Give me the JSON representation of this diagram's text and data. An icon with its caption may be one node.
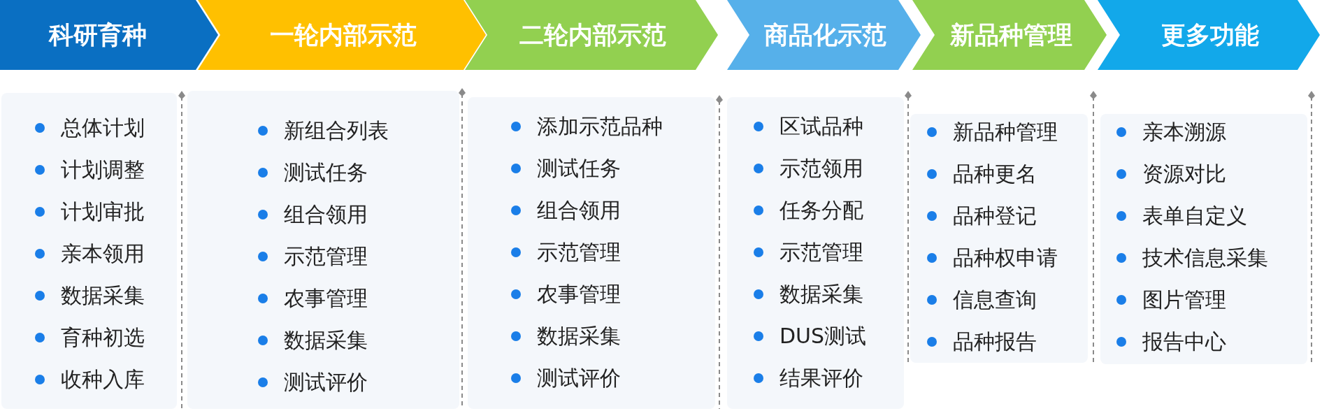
{
  "diagram": {
    "nodes": [
      {
        "text": [
          "科研育种"
        ]
      },
      {
        "text": [
          "一轮内部示范"
        ]
      },
      {
        "text": [
          "二轮内部示范"
        ]
      },
      {
        "text": [
          "商品化示范"
        ]
      },
      {
        "text": [
          "新品种管理"
        ]
      },
      {
        "text": [
          "更多功能"
        ]
      },
      {
        "text": [
          "总体计划",
          "计划调整",
          "计划审批",
          "亲本领用",
          "数据采集",
          "育种初选",
          "收种入库"
        ]
      },
      {
        "text": [
          "新组合列表",
          "测试任务",
          "组合领用",
          "示范管理",
          "农事管理",
          "数据采集",
          "测试评价"
        ]
      },
      {
        "text": [
          "添加示范品种",
          "测试任务",
          "组合领用",
          "示范管理",
          "农事管理",
          "数据采集",
          "测试评价"
        ]
      },
      {
        "text": [
          "区试品种",
          "示范领用",
          "任务分配",
          "示范管理",
          "数据采集",
          "DUS测试",
          "结果评价"
        ]
      },
      {
        "text": [
          "新品种管理",
          "品种更名",
          "品种登记",
          "品种权申请",
          "信息查询",
          "品种报告"
        ]
      },
      {
        "text": [
          "亲本溯源",
          "资源对比",
          "表单自定义",
          "技术信息采集",
          "图片管理",
          "报告中心"
        ]
      }
    ],
    "edges": []
  }
}
